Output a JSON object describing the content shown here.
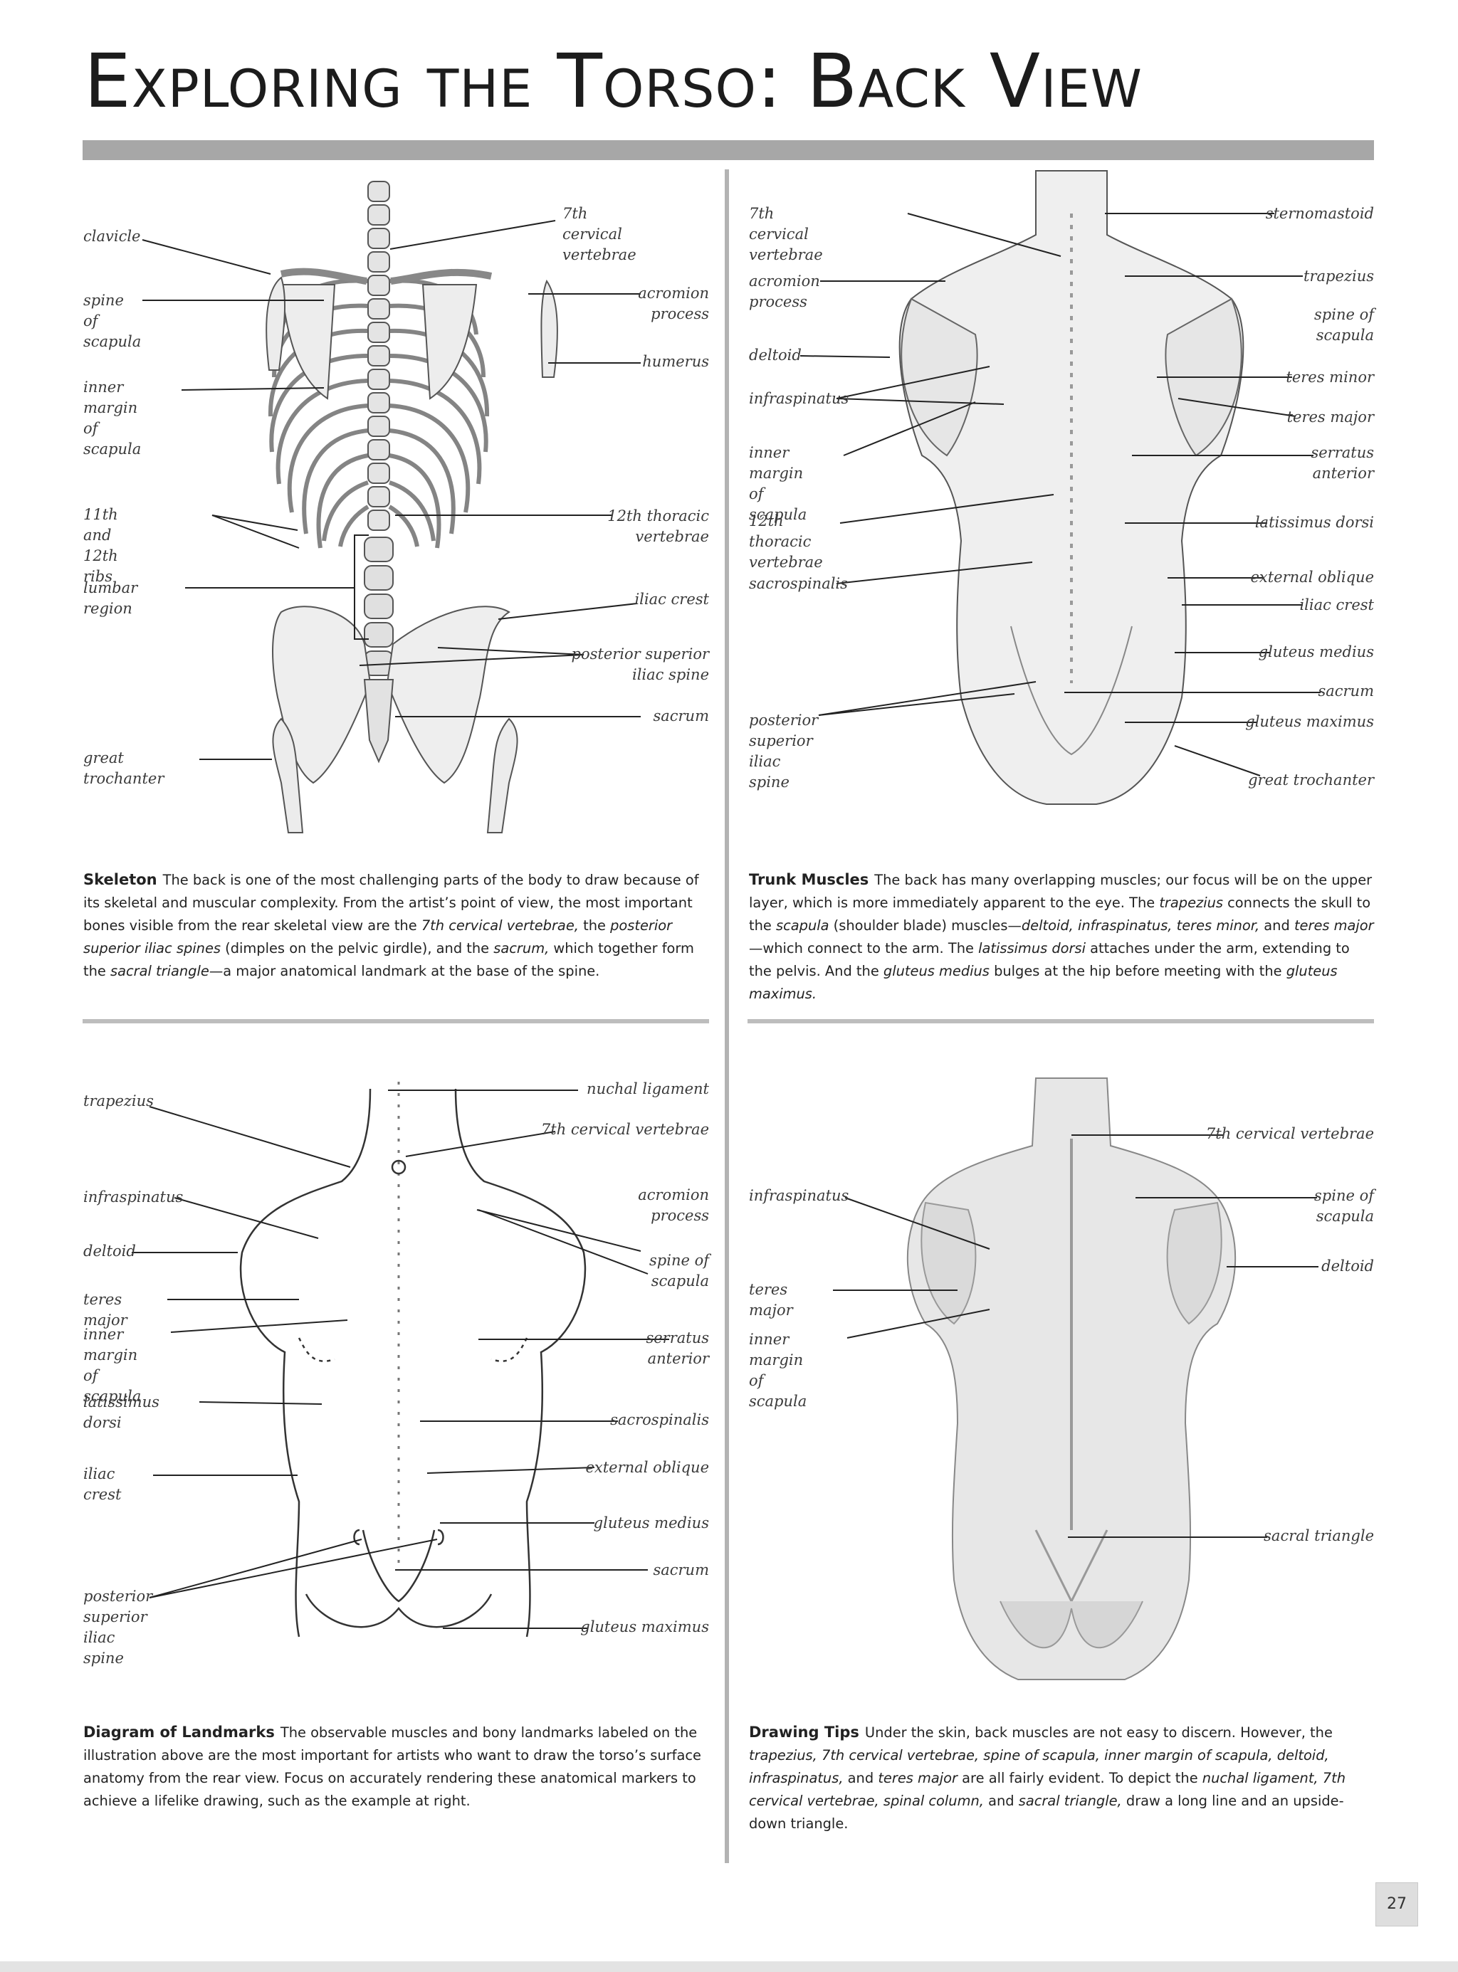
{
  "page": {
    "title": "Exploring the Torso: Back View",
    "page_number": "27"
  },
  "skeleton": {
    "labels": {
      "c7": "7th cervical vertebrae",
      "clavicle": "clavicle",
      "spine_scapula": "spine of\nscapula",
      "acromion": "acromion\nprocess",
      "humerus": "humerus",
      "inner_margin": "inner margin\nof scapula",
      "ribs": "11th and 12th ribs",
      "t12": "12th thoracic\nvertebrae",
      "lumbar": "lumbar region",
      "iliac_crest": "iliac crest",
      "psis": "posterior superior\niliac spine",
      "sacrum": "sacrum",
      "trochanter": "great trochanter"
    },
    "caption": {
      "heading": "Skeleton",
      "t1": "The back is one of the most challenging parts of the body to draw because of its skeletal and muscular complexity. From the artist’s point of view, the most important bones visible from the rear skeletal view are the ",
      "e1": "7th cervical vertebrae,",
      "t2": " the ",
      "e2": "posterior superior iliac spines",
      "t3": " (dimples on the pelvic girdle), and the ",
      "e3": "sacrum,",
      "t4": " which together form the ",
      "e4": "sacral triangle",
      "t5": "—a major anatomical landmark at the base of the spine."
    }
  },
  "muscles": {
    "labels": {
      "c7": "7th cervical vertebrae",
      "sternomastoid": "sternomastoid",
      "acromion": "acromion\nprocess",
      "trapezius": "trapezius",
      "spine_scapula": "spine of\nscapula",
      "deltoid": "deltoid",
      "teres_minor": "teres minor",
      "infraspinatus": "infraspinatus",
      "teres_major": "teres major",
      "inner_margin": "inner margin\nof scapula",
      "serratus": "serratus\nanterior",
      "t12": "12th thoracic\nvertebrae",
      "latissimus": "latissimus dorsi",
      "sacrospinalis": "sacrospinalis",
      "external_oblique": "external oblique",
      "iliac_crest": "iliac crest",
      "gluteus_medius": "gluteus medius",
      "sacrum": "sacrum",
      "psis": "posterior\nsuperior iliac\nspine",
      "gluteus_maximus": "gluteus maximus",
      "trochanter": "great trochanter"
    },
    "caption": {
      "heading": "Trunk Muscles",
      "t1": "The back has many overlapping muscles; our focus will be on the upper layer, which is more immediately apparent to the eye. The ",
      "e1": "trapezius",
      "t2": " connects the skull to the ",
      "e2": "scapula",
      "t3": " (shoulder blade) muscles—",
      "e3": "deltoid, infraspinatus, teres minor,",
      "t4": " and ",
      "e4": "teres major",
      "t5": "—which connect to the arm. The ",
      "e5": "latissimus dorsi",
      "t6": " attaches under the arm, extending to the pelvis. And the ",
      "e6": "gluteus medius",
      "t7": " bulges at the hip before meeting with the ",
      "e7": "gluteus maximus."
    }
  },
  "landmarks": {
    "labels": {
      "nuchal": "nuchal ligament",
      "trapezius": "trapezius",
      "c7": "7th cervical vertebrae",
      "infraspinatus": "infraspinatus",
      "acromion": "acromion\nprocess",
      "deltoid": "deltoid",
      "spine_scapula": "spine of\nscapula",
      "teres_major": "teres major",
      "inner_margin": "inner margin\nof scapula",
      "serratus": "serratus\nanterior",
      "latissimus": "latissimus dorsi",
      "sacrospinalis": "sacrospinalis",
      "iliac_crest": "iliac crest",
      "external_oblique": "external oblique",
      "gluteus_medius": "gluteus medius",
      "sacrum": "sacrum",
      "psis": "posterior\nsuperior iliac\nspine",
      "gluteus_maximus": "gluteus maximus"
    },
    "caption": {
      "heading": "Diagram of Landmarks",
      "t1": "The observable muscles and bony landmarks labeled on the illustration above are the most important for artists who want to draw the torso’s surface anatomy from the rear view. Focus on accurately rendering these anatomical markers to achieve a lifelike drawing, such as the example at right."
    }
  },
  "drawing": {
    "labels": {
      "c7": "7th cervical vertebrae",
      "infraspinatus": "infraspinatus",
      "spine_scapula": "spine of\nscapula",
      "deltoid": "deltoid",
      "teres_major": "teres major",
      "inner_margin": "inner margin\nof scapula",
      "sacral_triangle": "sacral triangle"
    },
    "caption": {
      "heading": "Drawing Tips",
      "t1": "Under the skin, back muscles are not easy to discern. However, the ",
      "e1": "trapezius, 7th cervical vertebrae, spine of scapula, inner margin of scapula, deltoid, infraspinatus,",
      "t2": " and ",
      "e2": "teres major",
      "t3": " are all fairly evident. To depict the ",
      "e3": "nuchal ligament, 7th cervical vertebrae, spinal column,",
      "t4": " and ",
      "e4": "sacral triangle,",
      "t5": " draw a long line and an upside-down triangle."
    }
  }
}
